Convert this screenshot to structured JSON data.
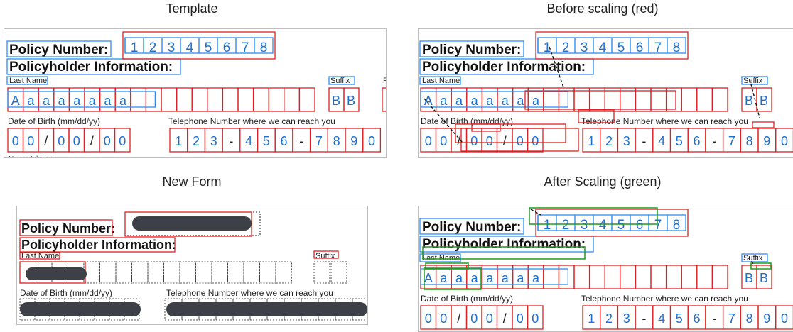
{
  "captions": {
    "template": "Template",
    "before": "Before scaling (red)",
    "new_form": "New Form",
    "after": "After Scaling (green)"
  },
  "form": {
    "policy_number_label": "Policy Number:",
    "policyholder_label": "Policyholder Information:",
    "last_name_label": "Last Name",
    "suffix_label": "Suffix",
    "dob_label": "Date of Birth (mm/dd/yy)",
    "phone_label": "Telephone Number where we can reach you",
    "policy_digits": [
      "1",
      "2",
      "3",
      "4",
      "5",
      "6",
      "7",
      "8"
    ],
    "name_chars": [
      "A",
      "a",
      "a",
      "a",
      "a",
      "a",
      "a",
      "a"
    ],
    "suffix_chars": [
      "B",
      "B"
    ],
    "dob_chars": [
      "0",
      "0",
      "/",
      "0",
      "0",
      "/",
      "0",
      "0"
    ],
    "phone_chars": [
      "1",
      "2",
      "3",
      "-",
      "4",
      "5",
      "6",
      "-",
      "7",
      "8",
      "9",
      "0"
    ]
  },
  "colors": {
    "blue": "#2e8ef0",
    "red": "#e02020",
    "green": "#1e9a1e",
    "redaction": "#3d4046"
  }
}
